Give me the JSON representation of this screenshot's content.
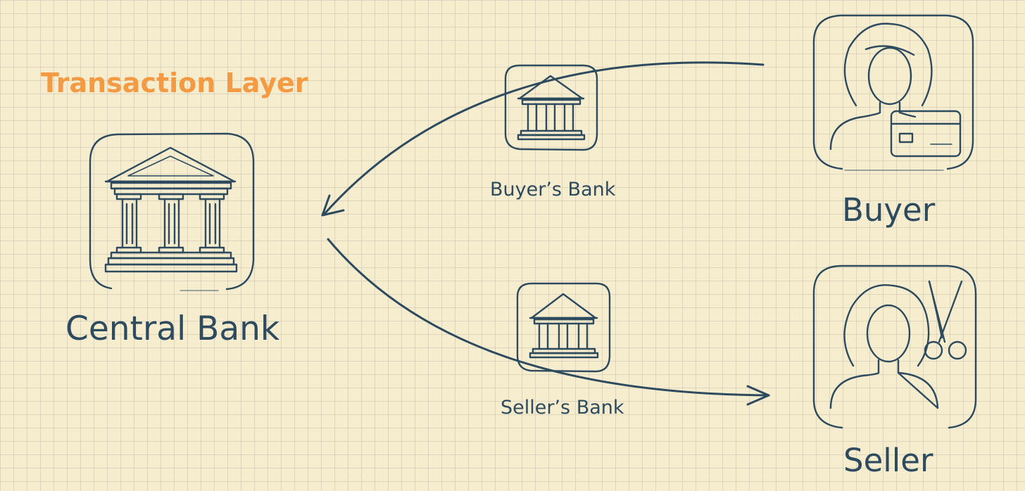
{
  "diagram": {
    "title": "Transaction Layer",
    "nodes": {
      "central_bank": {
        "label": "Central Bank",
        "icon": "bank-icon"
      },
      "buyers_bank": {
        "label": "Buyer’s Bank",
        "icon": "bank-icon"
      },
      "sellers_bank": {
        "label": "Seller’s Bank",
        "icon": "bank-icon"
      },
      "buyer": {
        "label": "Buyer",
        "icon": "woman-with-credit-card-icon"
      },
      "seller": {
        "label": "Seller",
        "icon": "woman-with-scissors-icon"
      }
    },
    "edges": [
      {
        "from": "buyer",
        "to": "central_bank"
      },
      {
        "from": "central_bank",
        "to": "seller"
      }
    ],
    "colors": {
      "ink": "#2d4a5e",
      "title": "#f39a43",
      "background": "#f6ecce"
    }
  }
}
